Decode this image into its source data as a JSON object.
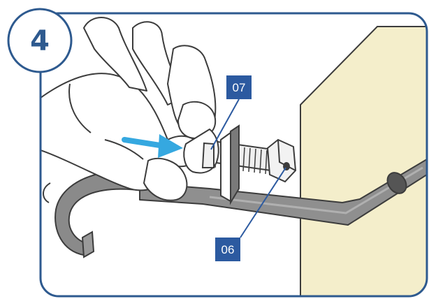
{
  "step": {
    "number": "4"
  },
  "callouts": [
    {
      "id": "07",
      "text": "07"
    },
    {
      "id": "06",
      "text": "06"
    }
  ],
  "colors": {
    "frame": "#2e5a8f",
    "callout_bg": "#2c5aa0",
    "arrow": "#35a8e0",
    "wall": "#f4eecb",
    "bracket": "#8a8a8a",
    "outline": "#3c3c3c"
  },
  "icons": {
    "arrow": "insertion-arrow-icon"
  }
}
